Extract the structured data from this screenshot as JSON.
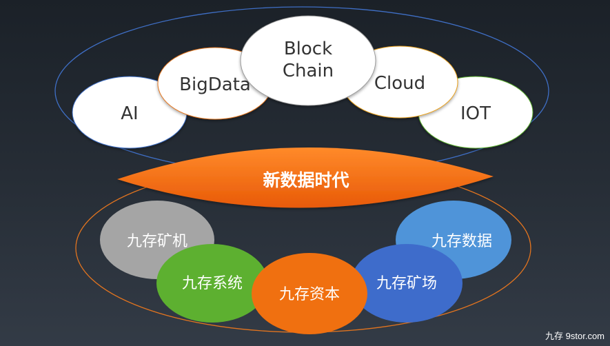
{
  "top_group": {
    "nodes": {
      "ai": "AI",
      "bigdata": "BigData",
      "blockchain_line1": "Block",
      "blockchain_line2": "Chain",
      "cloud": "Cloud",
      "iot": "IOT"
    }
  },
  "center_banner": "新数据时代",
  "bottom_group": {
    "nodes": {
      "mining_machine": "九存矿机",
      "system": "九存系统",
      "capital": "九存资本",
      "mining_farm": "九存矿场",
      "data": "九存数据"
    }
  },
  "watermark": "九存 9stor.com",
  "colors": {
    "background": "#272e37",
    "top_ring": "#3f6fc6",
    "bottom_ring": "#e2741f",
    "banner": "#f36a10",
    "mining_machine": "#a5a5a5",
    "system": "#5db030",
    "capital": "#f07010",
    "mining_farm": "#3e6ccb",
    "data": "#4f94d9"
  }
}
